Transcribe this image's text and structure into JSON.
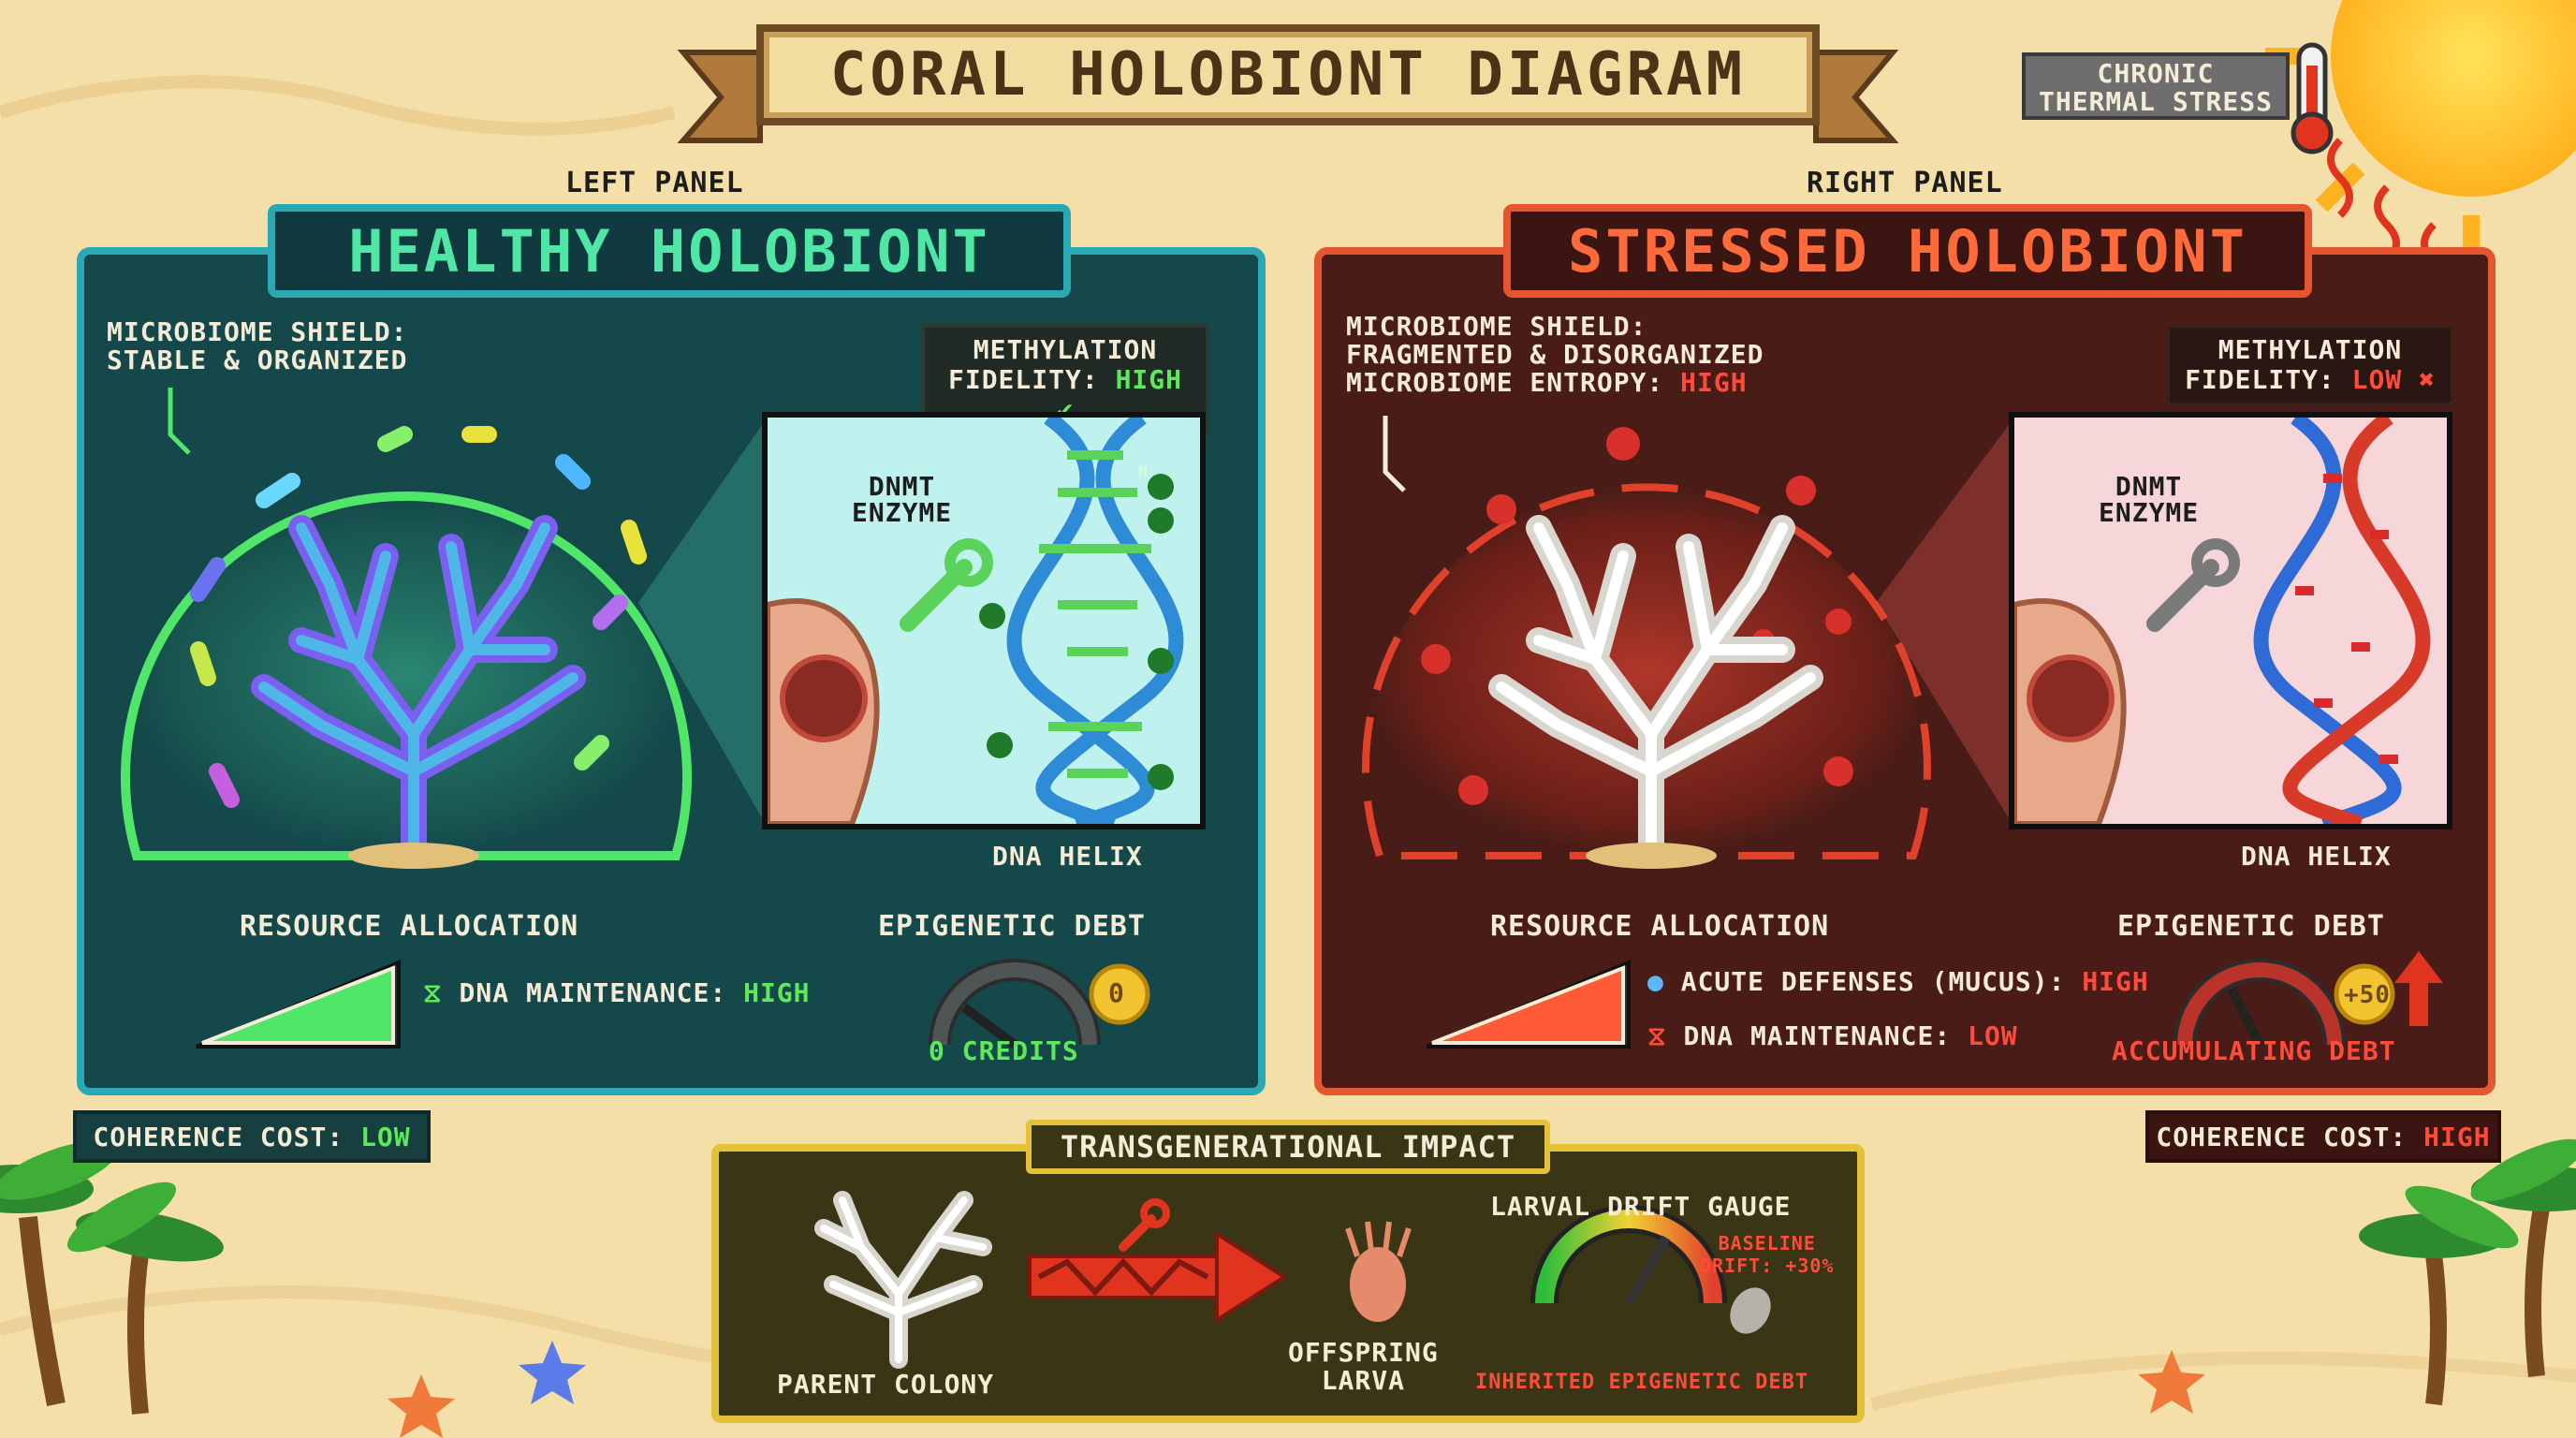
{
  "title": "CORAL HOLOBIONT DIAGRAM",
  "thermal_badge": {
    "line1": "CHRONIC",
    "line2": "THERMAL STRESS"
  },
  "left_panel": {
    "caption": "LEFT PANEL",
    "title": "HEALTHY HOLOBIONT",
    "microbiome_line1": "MICROBIOME SHIELD:",
    "microbiome_line2": "STABLE & ORGANIZED",
    "methylation_label": "METHYLATION",
    "fidelity_label": "FIDELITY:",
    "fidelity_value": "HIGH",
    "dnmt_line1": "DNMT",
    "dnmt_line2": "ENZYME",
    "dna_helix": "DNA HELIX",
    "methyl_mark": "M",
    "resource_title": "RESOURCE ALLOCATION",
    "dna_maint_label": "DNA MAINTENANCE:",
    "dna_maint_value": "HIGH",
    "debt_title": "EPIGENETIC DEBT",
    "debt_coin": "0",
    "debt_caption": "0 CREDITS",
    "coherence_label": "COHERENCE COST:",
    "coherence_value": "LOW"
  },
  "right_panel": {
    "caption": "RIGHT PANEL",
    "title": "STRESSED HOLOBIONT",
    "microbiome_line1": "MICROBIOME SHIELD:",
    "microbiome_line2": "FRAGMENTED & DISORGANIZED",
    "entropy_label": "MICROBIOME ENTROPY:",
    "entropy_value": "HIGH",
    "methylation_label": "METHYLATION",
    "fidelity_label": "FIDELITY:",
    "fidelity_value": "LOW",
    "dnmt_line1": "DNMT",
    "dnmt_line2": "ENZYME",
    "dna_helix": "DNA HELIX",
    "resource_title": "RESOURCE ALLOCATION",
    "acute_label": "ACUTE DEFENSES (MUCUS):",
    "acute_value": "HIGH",
    "dna_maint_label": "DNA MAINTENANCE:",
    "dna_maint_value": "LOW",
    "debt_title": "EPIGENETIC DEBT",
    "debt_coin": "+50",
    "debt_caption": "ACCUMULATING DEBT",
    "coherence_label": "COHERENCE COST:",
    "coherence_value": "HIGH"
  },
  "impact": {
    "title": "TRANSGENERATIONAL IMPACT",
    "parent": "PARENT COLONY",
    "offspring_line1": "OFFSPRING",
    "offspring_line2": "LARVA",
    "gauge_title": "LARVAL DRIFT GAUGE",
    "baseline_line1": "BASELINE",
    "baseline_line2": "DRIFT: +30%",
    "inherited": "INHERITED EPIGENETIC DEBT"
  },
  "colors": {
    "healthy_accent": "#4fe6a6",
    "stressed_accent": "#ff6a3a",
    "good": "#5ee85a",
    "bad": "#ff4b3a",
    "impact_border": "#e3c23a"
  }
}
